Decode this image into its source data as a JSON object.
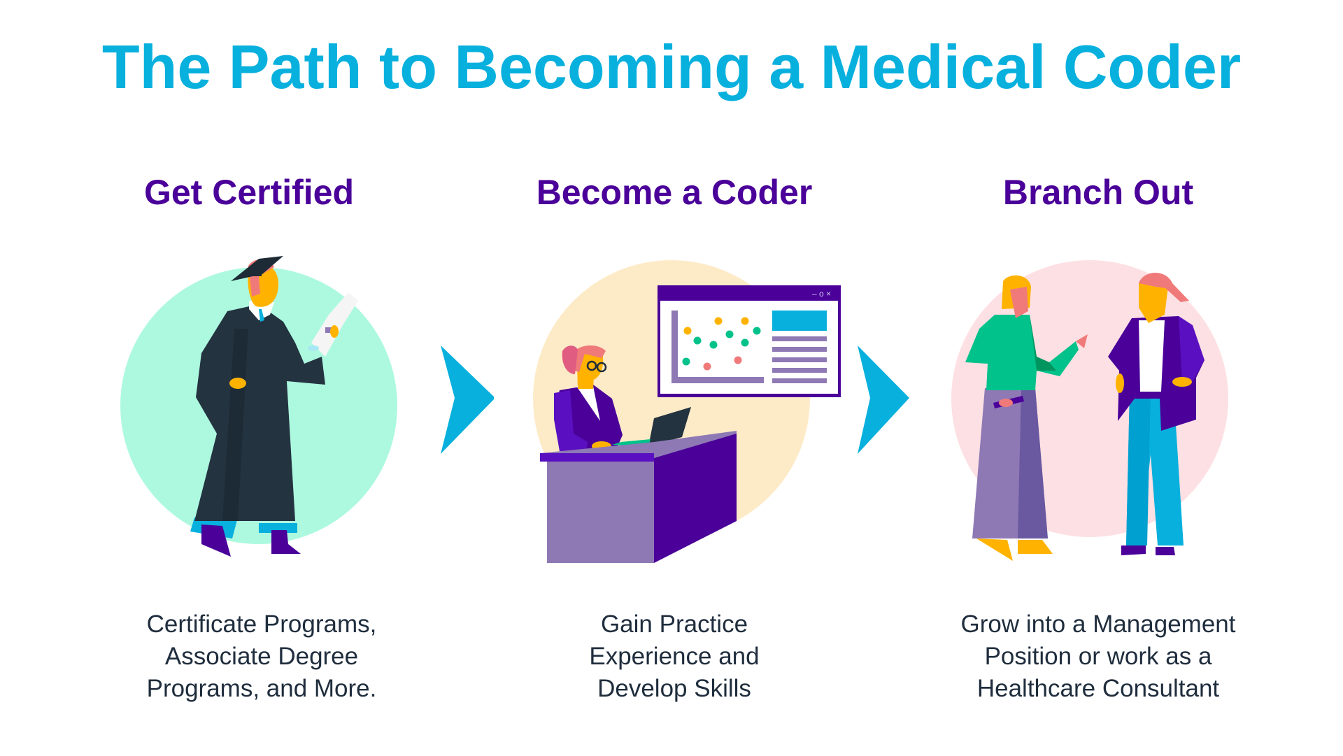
{
  "title": "The Path to Becoming a Medical Coder",
  "colors": {
    "title": "#08b0dd",
    "heading": "#4a0099",
    "body_text": "#1f2d3d",
    "arrow": "#08b0dd",
    "circle_step1": "#adf9e0",
    "circle_step2": "#fdebc8",
    "circle_step3": "#fde0e3"
  },
  "steps": [
    {
      "heading": "Get Certified",
      "illustration": "graduate-icon",
      "description_lines": [
        "Certificate Programs,",
        "Associate Degree",
        "Programs, and More."
      ]
    },
    {
      "heading": "Become a Coder",
      "illustration": "coder-at-desk-icon",
      "description_lines": [
        "Gain Practice",
        "Experience and",
        "Develop Skills"
      ]
    },
    {
      "heading": "Branch Out",
      "illustration": "two-professionals-icon",
      "description_lines": [
        "Grow into a Management",
        "Position or work as a",
        "Healthcare Consultant"
      ]
    }
  ],
  "arrows": [
    "chevron-right-icon",
    "chevron-right-icon"
  ],
  "window_controls": "– o ×"
}
